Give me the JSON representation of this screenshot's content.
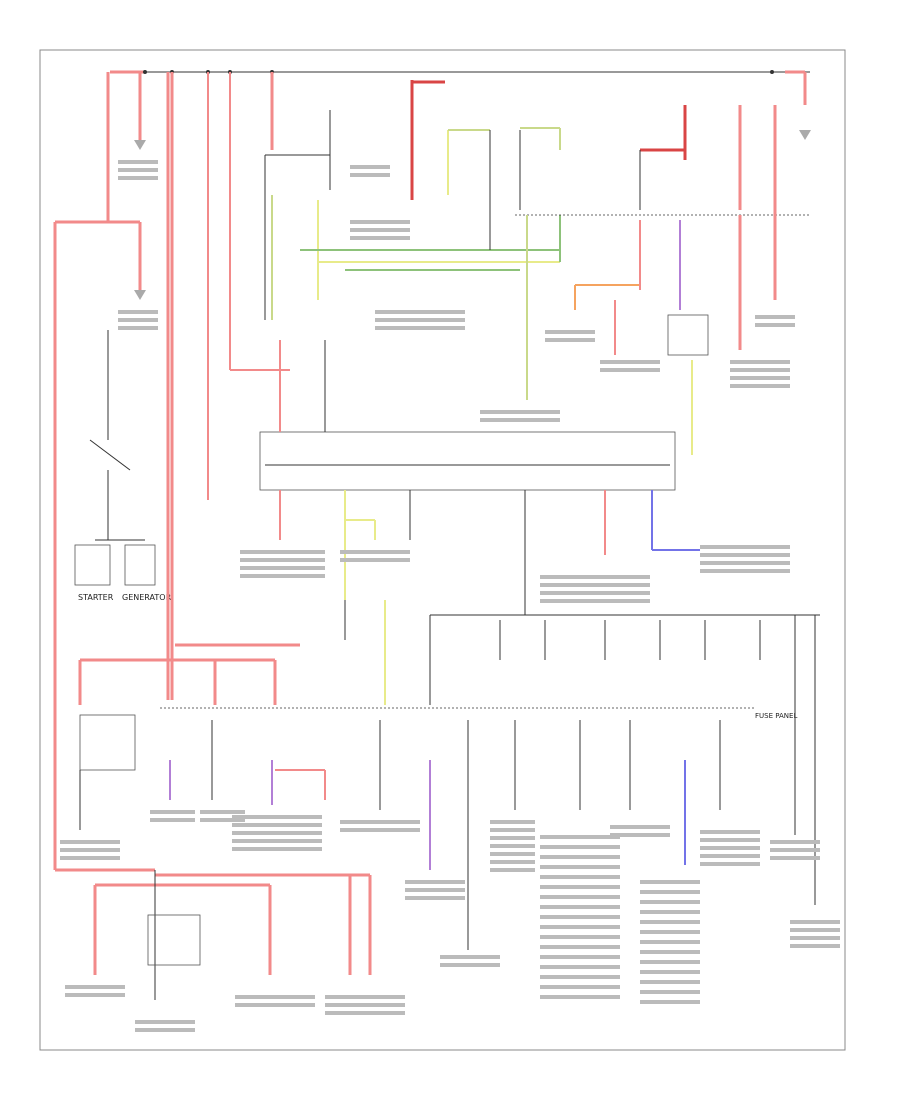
{
  "diagram": {
    "labels": {
      "starter": "STARTER",
      "generator": "GENERATOR",
      "fuse_panel": "FUSE PANEL"
    }
  },
  "colors": {
    "red": "#f28a8a",
    "dark_red": "#d94545",
    "yellow": "#e8eb8a",
    "green": "#8dc27a",
    "orange": "#f5a35f",
    "violet": "#b27fd6",
    "blue": "#7373e8",
    "black": "#333333"
  }
}
